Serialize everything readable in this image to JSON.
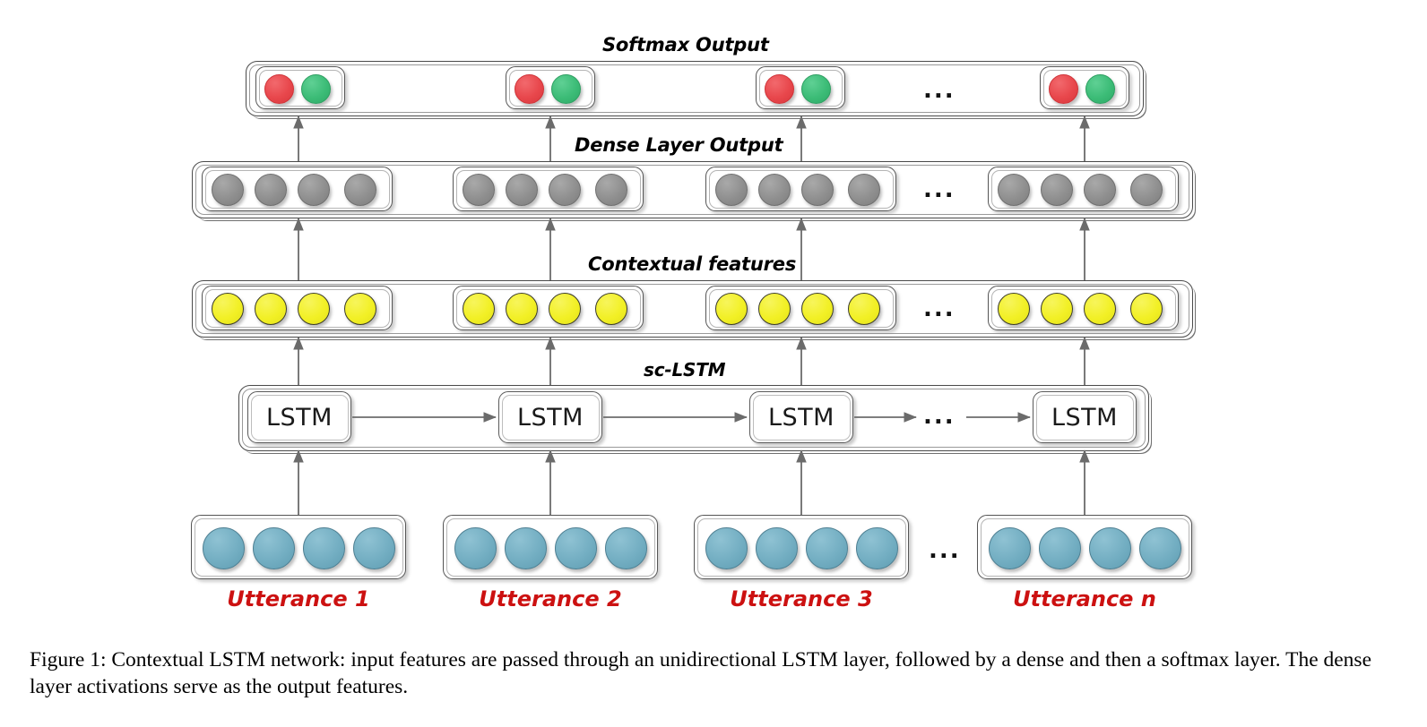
{
  "figure": {
    "caption": "Figure 1: Contextual LSTM network: input features are passed through an unidirectional LSTM layer, followed by a dense and then a softmax layer. The dense layer activations serve as the output features.",
    "ellipsis": "..."
  },
  "layers": {
    "softmax": {
      "label": "Softmax Output",
      "node_colors": [
        "#e8474c",
        "#3cbc77"
      ],
      "nodes_per_group": 2,
      "groups": 4
    },
    "dense": {
      "label": "Dense Layer Output",
      "node_color": "#8f8f8f",
      "nodes_per_group": 4,
      "groups": 4
    },
    "contextual": {
      "label": "Contextual features",
      "node_color": "#f2f025",
      "nodes_per_group": 4,
      "groups": 4
    },
    "sclstm": {
      "label": "sc-LSTM",
      "cell_label": "LSTM",
      "cells": 4
    },
    "input": {
      "node_color": "#73aec2",
      "nodes_per_group": 4,
      "groups": 4
    }
  },
  "utterances": [
    {
      "label": "Utterance 1"
    },
    {
      "label": "Utterance 2"
    },
    {
      "label": "Utterance 3"
    },
    {
      "label": "Utterance n"
    }
  ],
  "colors": {
    "red": "#e8474c",
    "green": "#3cbc77",
    "gray": "#8f8f8f",
    "yellow": "#f2f025",
    "blue": "#73aec2",
    "label_red": "#cc1111",
    "stroke": "#4a4a4a"
  }
}
